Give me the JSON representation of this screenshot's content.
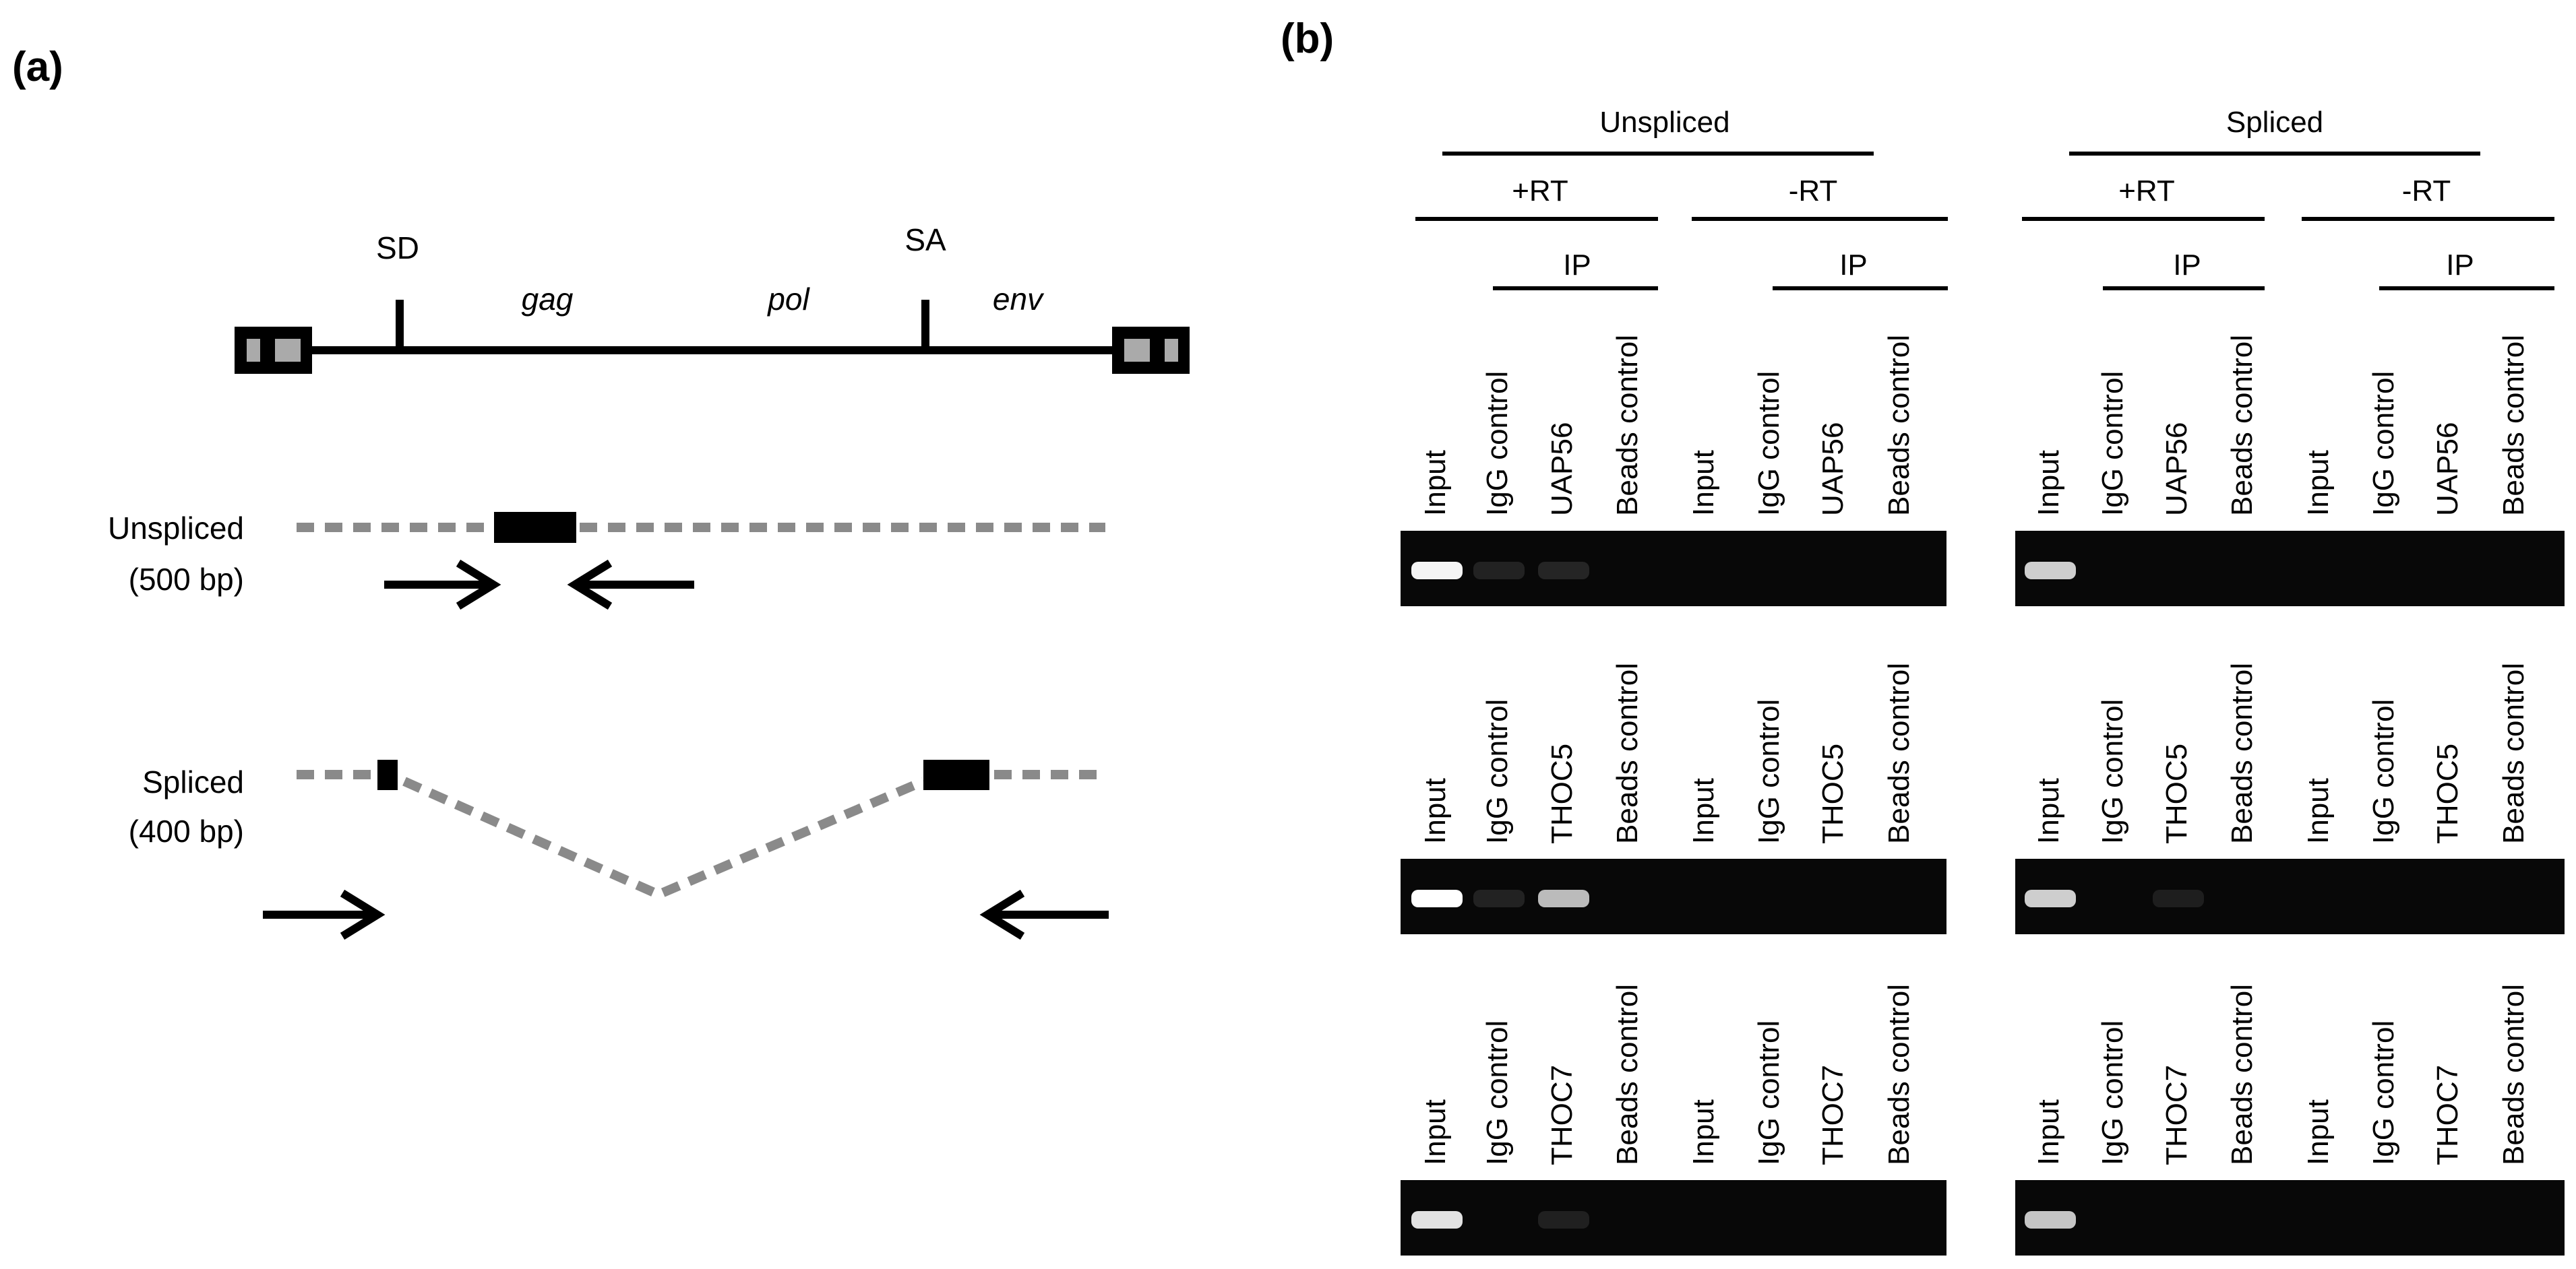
{
  "panel_a": {
    "letter": "(a)",
    "sites": {
      "sd": "SD",
      "sa": "SA"
    },
    "genes": {
      "gag": "gag",
      "pol": "pol",
      "env": "env"
    },
    "unspliced": {
      "name": "Unspliced",
      "size": "(500 bp)"
    },
    "spliced": {
      "name": "Spliced",
      "size": "(400 bp)"
    }
  },
  "panel_b": {
    "letter": "(b)",
    "groups": [
      "Unspliced",
      "Spliced"
    ],
    "rt": [
      "+RT",
      "-RT"
    ],
    "ip": "IP",
    "rows": [
      {
        "target": "UAP56",
        "lanes": [
          "Input",
          "IgG control",
          "UAP56",
          "Beads control",
          "Input",
          "IgG control",
          "UAP56",
          "Beads control"
        ]
      },
      {
        "target": "THOC5",
        "lanes": [
          "Input",
          "IgG control",
          "THOC5",
          "Beads control",
          "Input",
          "IgG control",
          "THOC5",
          "Beads control"
        ]
      },
      {
        "target": "THOC7",
        "lanes": [
          "Input",
          "IgG control",
          "THOC7",
          "Beads control",
          "Input",
          "IgG control",
          "THOC7",
          "Beads control"
        ]
      }
    ],
    "bands": [
      [
        [
          0.95,
          0.06,
          0.08,
          0,
          0,
          0,
          0,
          0
        ],
        [
          0.75,
          0,
          0,
          0,
          0,
          0,
          0,
          0
        ]
      ],
      [
        [
          1.0,
          0.06,
          0.65,
          0,
          0,
          0,
          0,
          0
        ],
        [
          0.75,
          0,
          0.04,
          0,
          0,
          0,
          0,
          0
        ]
      ],
      [
        [
          0.85,
          0,
          0.05,
          0,
          0,
          0,
          0,
          0
        ],
        [
          0.7,
          0,
          0,
          0,
          0,
          0,
          0,
          0
        ]
      ]
    ]
  }
}
